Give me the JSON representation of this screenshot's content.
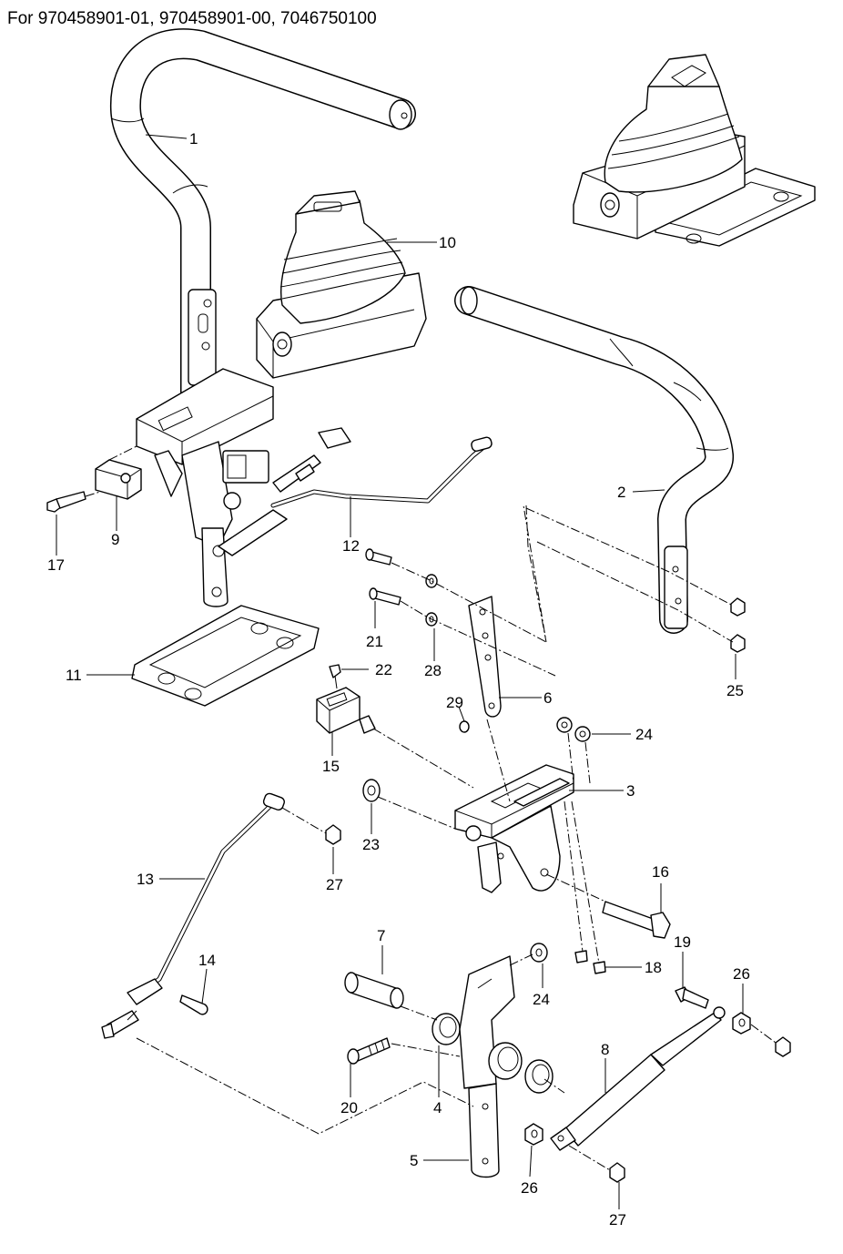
{
  "header": {
    "text": "For 970458901-01, 970458901-00, 7046750100"
  },
  "labels": {
    "p1": "1",
    "p2": "2",
    "p3": "3",
    "p4": "4",
    "p5": "5",
    "p6": "6",
    "p7": "7",
    "p8": "8",
    "p9": "9",
    "p10": "10",
    "p11": "11",
    "p12": "12",
    "p13": "13",
    "p14": "14",
    "p15": "15",
    "p16": "16",
    "p17": "17",
    "p18": "18",
    "p19": "19",
    "p20": "20",
    "p21": "21",
    "p22": "22",
    "p23": "23",
    "p24a": "24",
    "p24b": "24",
    "p25": "25",
    "p26a": "26",
    "p26b": "26",
    "p27a": "27",
    "p27b": "27",
    "p28": "28",
    "p29": "29"
  }
}
